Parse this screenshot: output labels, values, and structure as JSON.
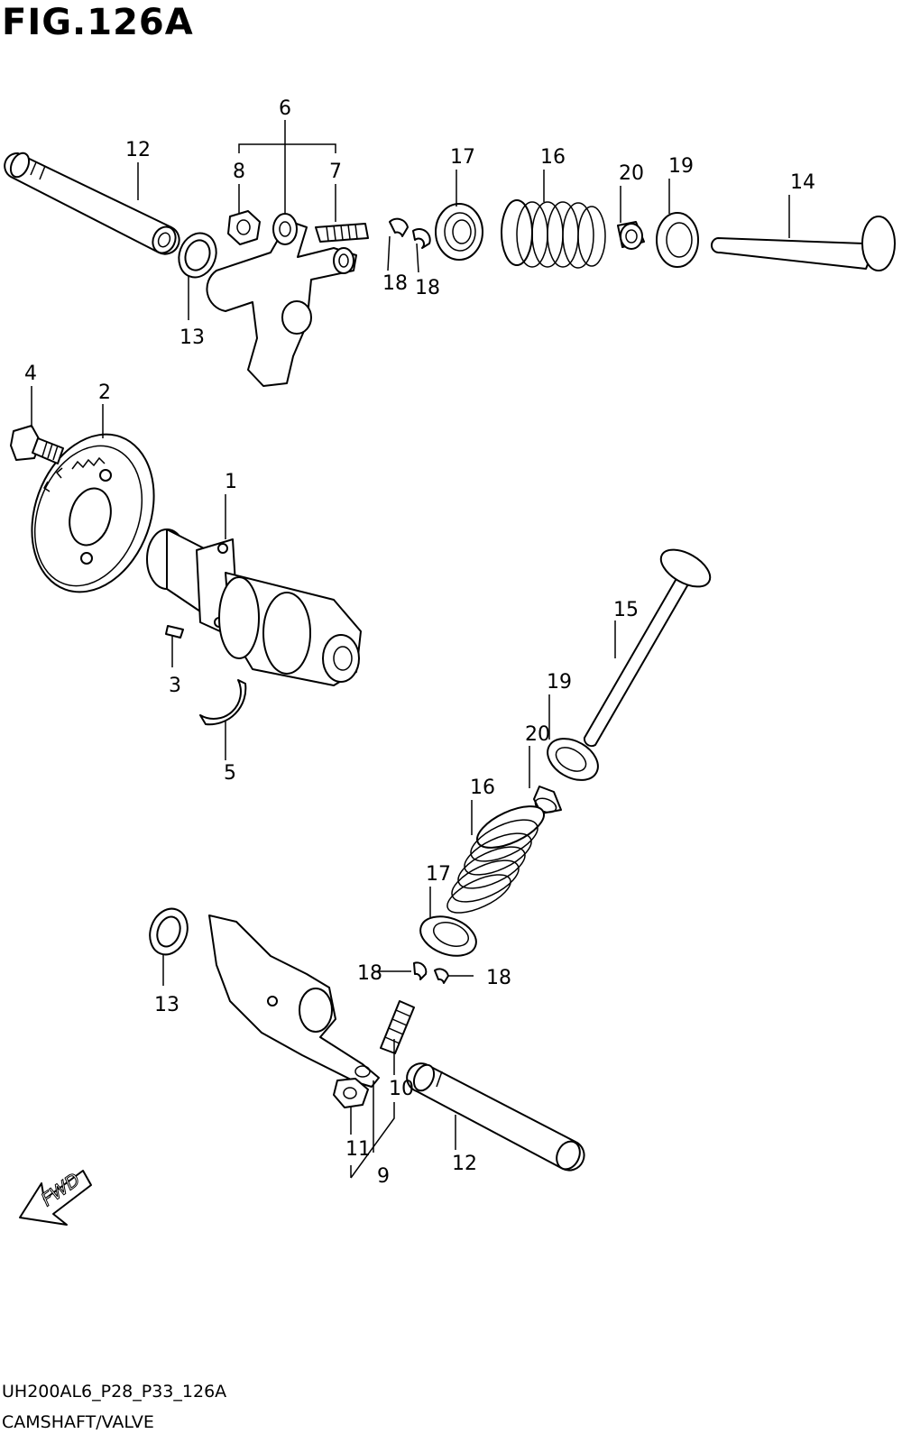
{
  "figure": {
    "title": "FIG.126A",
    "model_code": "UH200AL6_P28_P33_126A",
    "section_name": "CAMSHAFT/VALVE",
    "direction_label": "FWD"
  },
  "callouts": {
    "c1": "1",
    "c2": "2",
    "c3": "3",
    "c4": "4",
    "c5": "5",
    "c6": "6",
    "c7": "7",
    "c8": "8",
    "c9": "9",
    "c10": "10",
    "c11": "11",
    "c12a": "12",
    "c12b": "12",
    "c13a": "13",
    "c13b": "13",
    "c14": "14",
    "c15": "15",
    "c16a": "16",
    "c16b": "16",
    "c17a": "17",
    "c17b": "17",
    "c18a": "18",
    "c18b": "18",
    "c18c": "18",
    "c18d": "18",
    "c19a": "19",
    "c19b": "19",
    "c20a": "20",
    "c20b": "20"
  }
}
